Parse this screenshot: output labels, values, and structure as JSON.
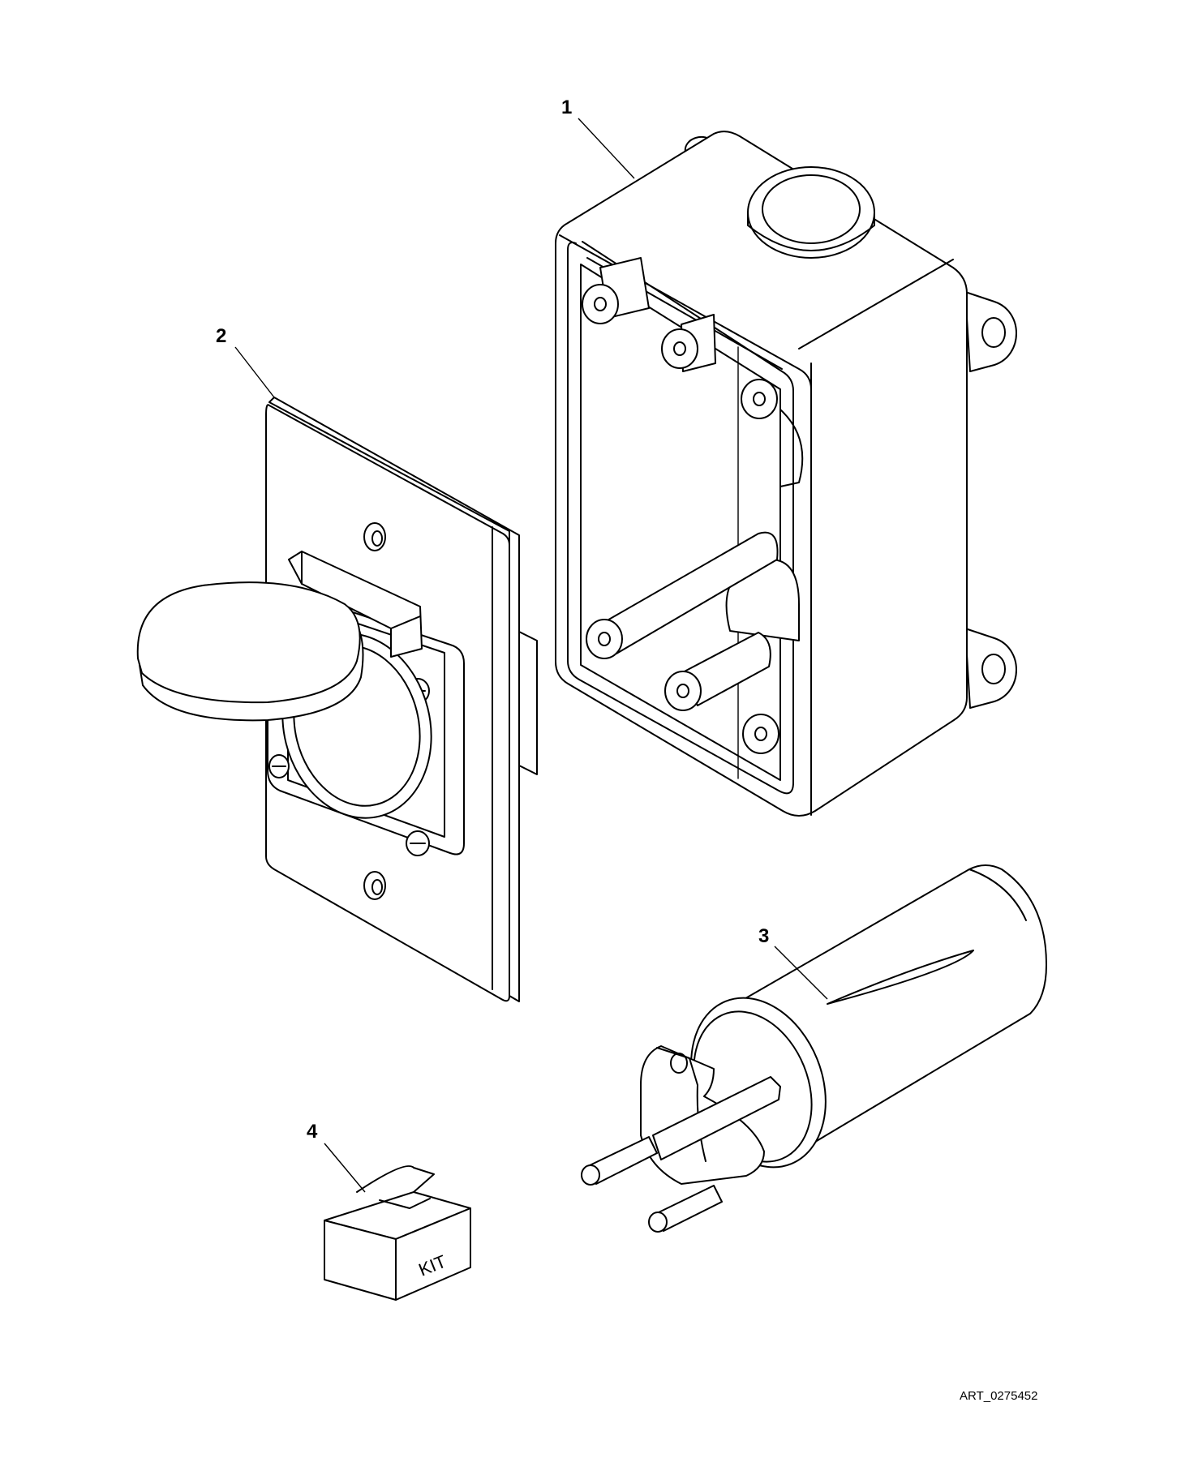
{
  "callouts": [
    {
      "id": "1",
      "label": "1"
    },
    {
      "id": "2",
      "label": "2"
    },
    {
      "id": "3",
      "label": "3"
    },
    {
      "id": "4",
      "label": "4"
    }
  ],
  "kit": {
    "label": "KIT"
  },
  "art_id": "ART_0275452"
}
